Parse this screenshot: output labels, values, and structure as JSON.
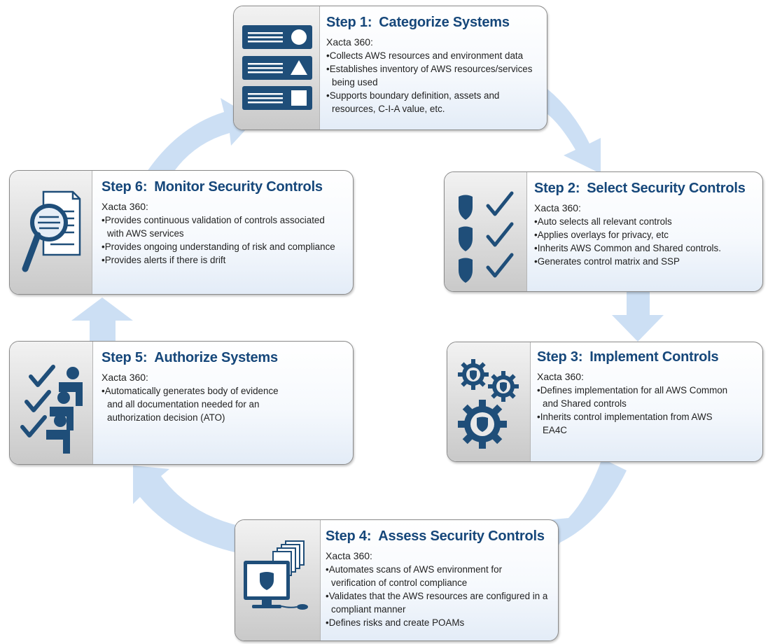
{
  "diagram": {
    "vendor_label": "Xacta 360:",
    "steps": [
      {
        "number": "Step 1:",
        "title": "Categorize Systems",
        "icon": "document-list-icon",
        "bullets": [
          "Collects AWS resources and environment data",
          "Establishes inventory of AWS resources/services being used",
          "Supports boundary definition, assets and resources, C-I-A value, etc."
        ]
      },
      {
        "number": "Step 2:",
        "title": "Select Security Controls",
        "icon": "shield-checkmark-icon",
        "bullets": [
          "Auto selects all relevant controls",
          "Applies overlays for privacy, etc",
          "Inherits AWS Common and Shared controls.",
          "Generates control matrix and SSP"
        ]
      },
      {
        "number": "Step 3:",
        "title": "Implement Controls",
        "icon": "gears-shield-icon",
        "bullets": [
          "Defines implementation for all AWS Common and Shared controls",
          "Inherits control implementation from AWS EA4C"
        ]
      },
      {
        "number": "Step 4:",
        "title": "Assess Security Controls",
        "icon": "monitor-documents-icon",
        "bullets": [
          "Automates scans of AWS environment for verification of control compliance",
          "Validates that the AWS resources are configured in a compliant manner",
          "Defines risks and create POAMs"
        ]
      },
      {
        "number": "Step 5:",
        "title": "Authorize Systems",
        "icon": "people-checkmark-icon",
        "bullets": [
          "Automatically generates body of evidence and all documentation needed for an authorization decision (ATO)"
        ]
      },
      {
        "number": "Step 6:",
        "title": "Monitor Security Controls",
        "icon": "magnifier-document-icon",
        "bullets": [
          "Provides continuous validation of controls associated with AWS services",
          "Provides ongoing understanding of risk and compliance",
          "Provides alerts if there is drift"
        ]
      }
    ],
    "colors": {
      "title": "#16477a",
      "icon_dark": "#1f4e79",
      "arrow": "#c6dbf2"
    }
  }
}
